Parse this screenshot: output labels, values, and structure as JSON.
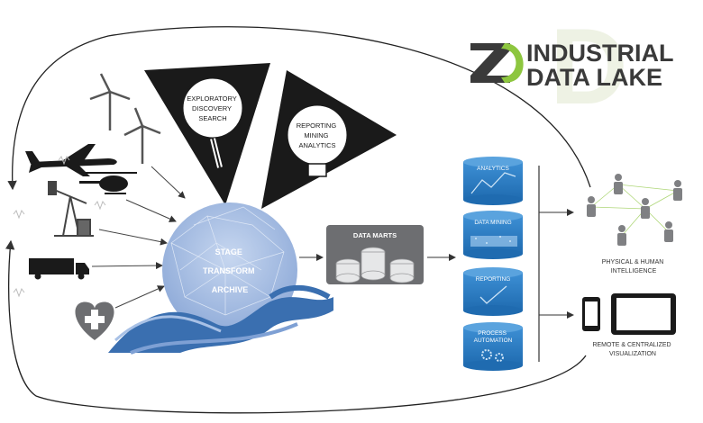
{
  "logo": {
    "line1": "INDUSTRIAL",
    "line2": "DATA LAKE",
    "mark": "ZD",
    "accent_color": "#8dc63f",
    "text_color": "#3a3a3a"
  },
  "funnels": {
    "exploratory": {
      "lines": [
        "EXPLORATORY",
        "DISCOVERY",
        "SEARCH"
      ],
      "icon": "magnifier-icon"
    },
    "reporting": {
      "lines": [
        "REPORTING",
        "MINING",
        "ANALYTICS"
      ],
      "icon": "lightbulb-icon"
    }
  },
  "lake": {
    "lines": [
      "STAGE",
      "TRANSFORM",
      "ARCHIVE"
    ],
    "color": "#9fb8e0"
  },
  "data_marts": {
    "label": "DATA MARTS"
  },
  "outputs": [
    {
      "label": "ANALYTICS",
      "icon": "line-chart-icon"
    },
    {
      "label": "DATA MINING",
      "icon": "scatter-dots-icon"
    },
    {
      "label": "REPORTING",
      "icon": "checkmark-icon"
    },
    {
      "label_lines": [
        "PROCESS",
        "AUTOMATION"
      ],
      "icon": "gears-icon"
    }
  ],
  "destinations": {
    "intelligence": {
      "lines": [
        "PHYSICAL & HUMAN",
        "INTELLIGENCE"
      ],
      "icon": "people-network-icon"
    },
    "visualization": {
      "lines": [
        "REMOTE & CENTRALIZED",
        "VISUALIZATION"
      ],
      "icon": "devices-icon"
    }
  },
  "sources": [
    "wind-turbine-icon",
    "airplane-icon",
    "helicopter-icon",
    "oil-pump-icon",
    "truck-icon",
    "heart-health-icon"
  ],
  "colors": {
    "cylinder_blue": "#2f7fc4",
    "dark": "#1a1a1a",
    "gray": "#6d6e71",
    "wave_blue": "#3a6fb0"
  }
}
